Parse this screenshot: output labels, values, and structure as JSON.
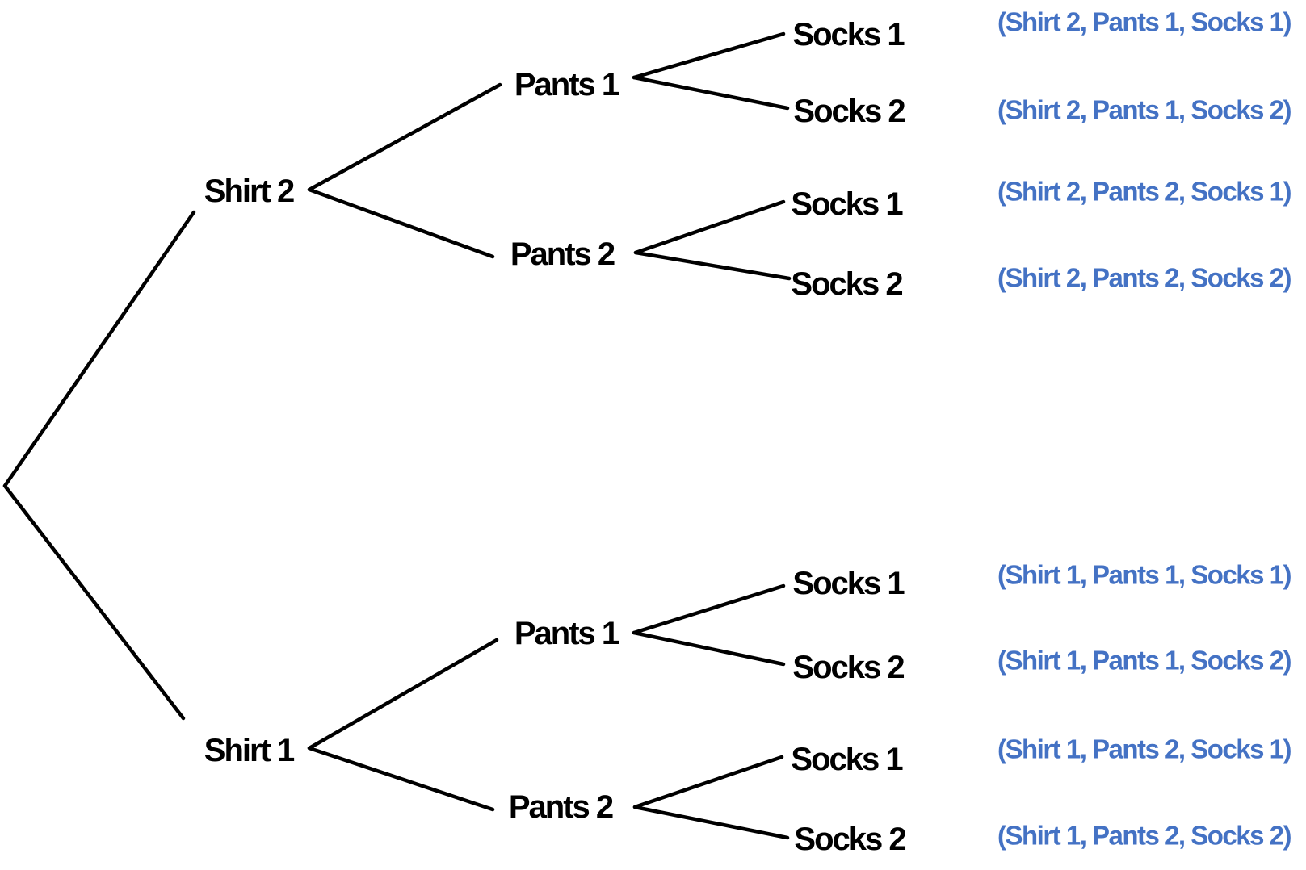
{
  "tree": {
    "branches": [
      {
        "shirt": "Shirt 2",
        "pants": [
          {
            "label": "Pants 1",
            "socks": [
              "Socks 1",
              "Socks 2"
            ]
          },
          {
            "label": "Pants 2",
            "socks": [
              "Socks 1",
              "Socks 2"
            ]
          }
        ]
      },
      {
        "shirt": "Shirt 1",
        "pants": [
          {
            "label": "Pants 1",
            "socks": [
              "Socks 1",
              "Socks 2"
            ]
          },
          {
            "label": "Pants 2",
            "socks": [
              "Socks 1",
              "Socks 2"
            ]
          }
        ]
      }
    ]
  },
  "outcomes": [
    "(Shirt 2, Pants 1, Socks 1)",
    "(Shirt 2, Pants 1, Socks 2)",
    "(Shirt 2, Pants 2, Socks 1)",
    "(Shirt 2, Pants 2, Socks 2)",
    "(Shirt 1, Pants 1, Socks 1)",
    "(Shirt 1, Pants 1, Socks 2)",
    "(Shirt 1, Pants 2, Socks 1)",
    "(Shirt 1, Pants 2, Socks 2)"
  ],
  "colors": {
    "node_text": "#000000",
    "outcome_text": "#4472C4",
    "edge": "#000000",
    "background": "#FFFFFF"
  }
}
